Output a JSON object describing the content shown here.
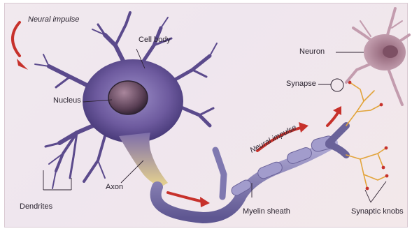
{
  "labels": {
    "neural_impulse_top": "Neural impulse",
    "cell_body": "Cell body",
    "nucleus": "Nucleus",
    "axon": "Axon",
    "dendrites": "Dendrites",
    "neural_impulse_mid": "Neural impulse",
    "myelin_sheath": "Myelin sheath",
    "synaptic_knobs": "Synaptic knobs",
    "neuron": "Neuron",
    "synapse": "Synapse"
  },
  "colors": {
    "background": "#f1e9ee",
    "cell_body": "#6d5a9e",
    "axon": "#8a84b7",
    "myelin": "#9d97c6",
    "arrow": "#c7312b",
    "knob_branches": "#e2a43b",
    "neuron_right": "#b3889b"
  }
}
